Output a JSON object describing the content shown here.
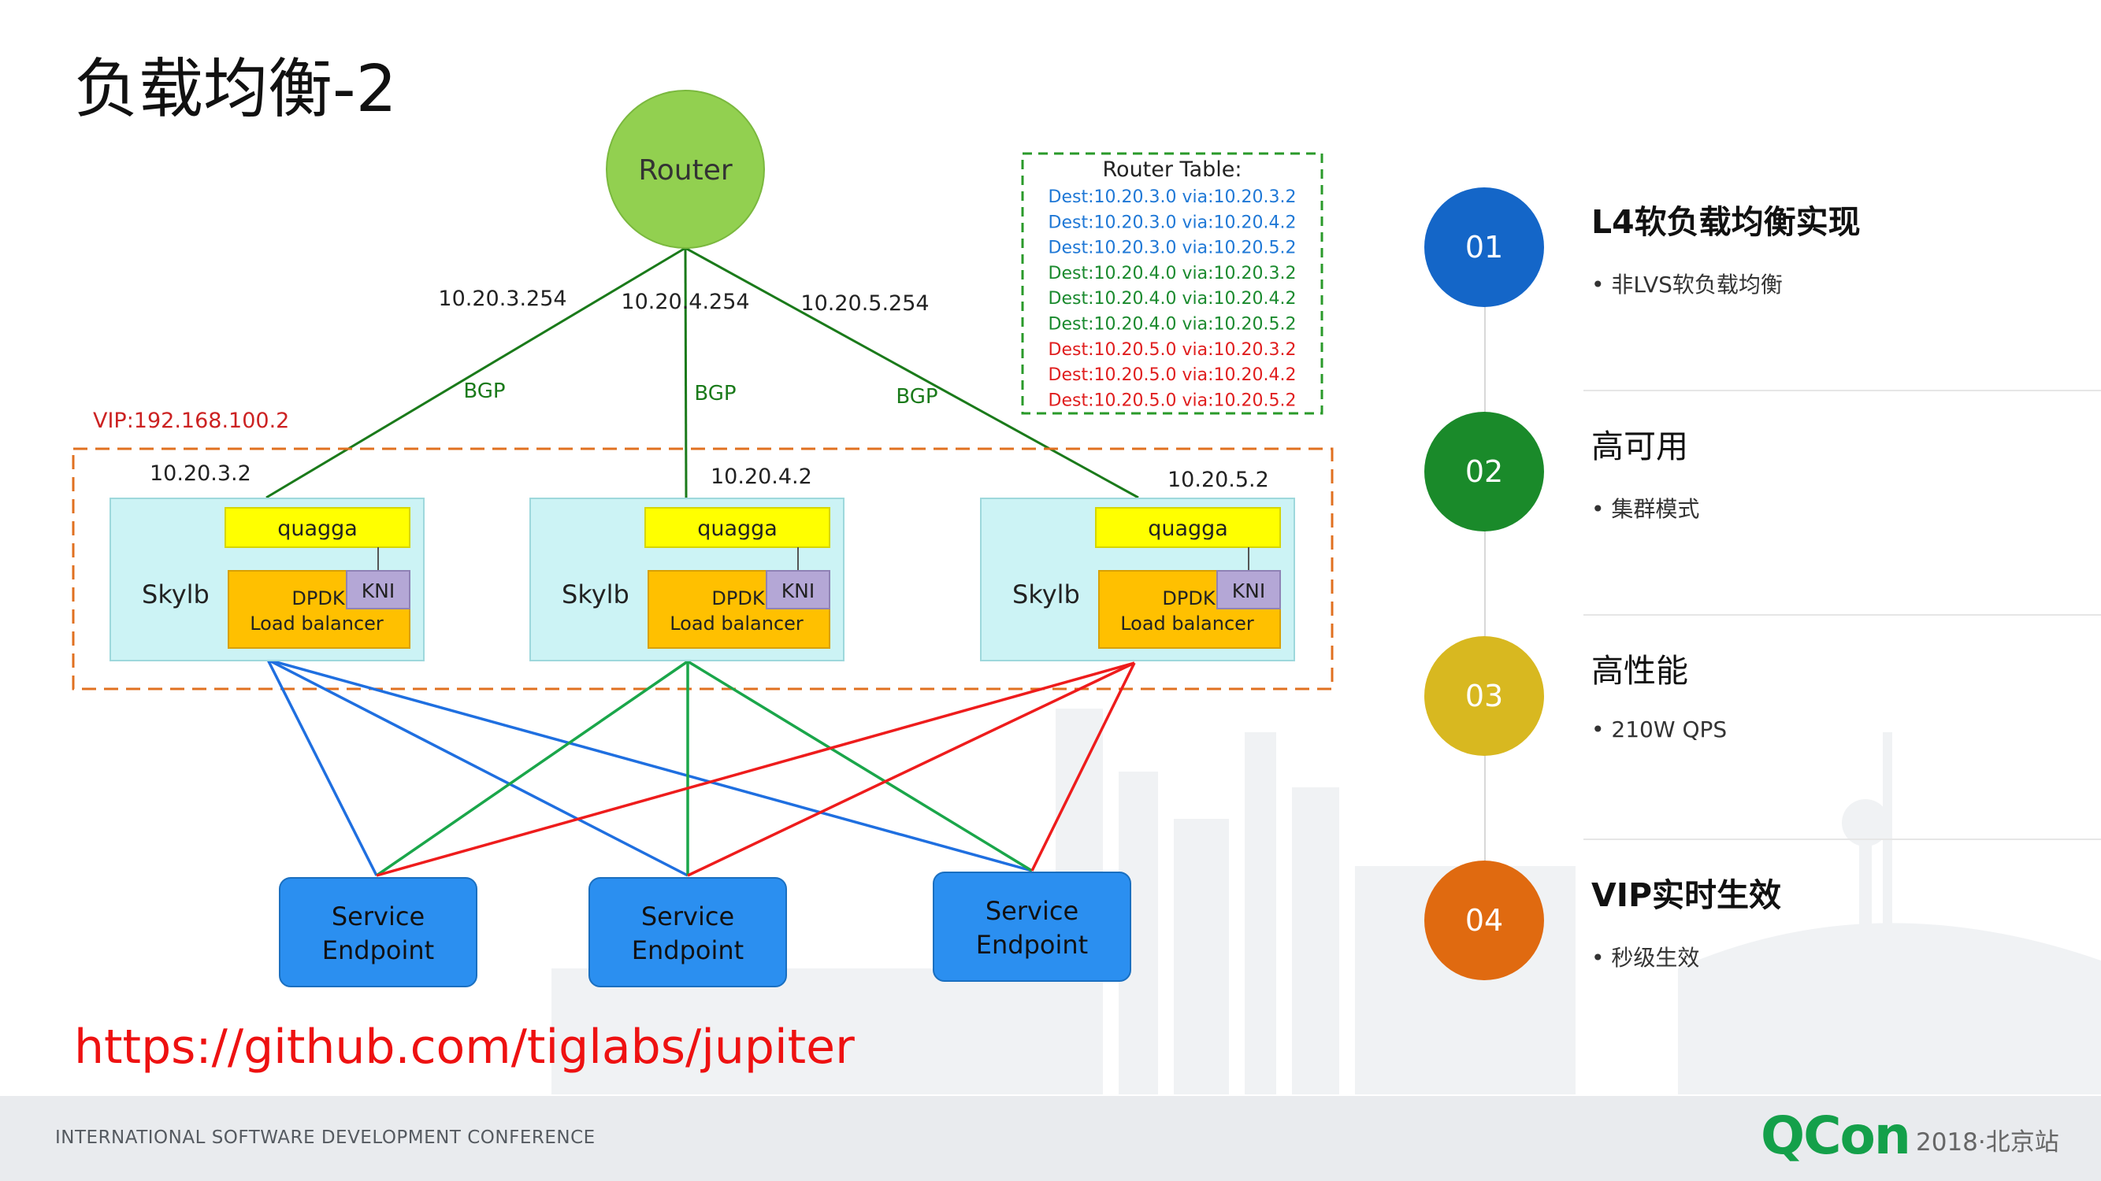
{
  "title": "负载均衡-2",
  "url": "https://github.com/tiglabs/jupiter",
  "footer": {
    "conference": "INTERNATIONAL SOFTWARE DEVELOPMENT CONFERENCE",
    "brand": "QCon",
    "year_city": "2018·北京站"
  },
  "diagram": {
    "router_label": "Router",
    "router_ips": [
      "10.20.3.254",
      "10.20.4.254",
      "10.20.5.254"
    ],
    "bgp_label": "BGP",
    "vip_label": "VIP:192.168.100.2",
    "skylb_nodes": [
      {
        "ip": "10.20.3.2",
        "name": "Skylb",
        "quagga": "quagga",
        "dpdk": "DPDK",
        "kni": "KNI",
        "lb": "Load balancer"
      },
      {
        "ip": "10.20.4.2",
        "name": "Skylb",
        "quagga": "quagga",
        "dpdk": "DPDK",
        "kni": "KNI",
        "lb": "Load balancer"
      },
      {
        "ip": "10.20.5.2",
        "name": "Skylb",
        "quagga": "quagga",
        "dpdk": "DPDK",
        "kni": "KNI",
        "lb": "Load balancer"
      }
    ],
    "endpoints": [
      {
        "line1": "Service",
        "line2": "Endpoint"
      },
      {
        "line1": "Service",
        "line2": "Endpoint"
      },
      {
        "line1": "Service",
        "line2": "Endpoint"
      }
    ],
    "router_table": {
      "title": "Router Table:",
      "rows": [
        {
          "text": "Dest:10.20.3.0 via:10.20.3.2",
          "color": "#1f78d6"
        },
        {
          "text": "Dest:10.20.3.0 via:10.20.4.2",
          "color": "#1f78d6"
        },
        {
          "text": "Dest:10.20.3.0 via:10.20.5.2",
          "color": "#1f78d6"
        },
        {
          "text": "Dest:10.20.4.0 via:10.20.3.2",
          "color": "#1a8a2e"
        },
        {
          "text": "Dest:10.20.4.0 via:10.20.4.2",
          "color": "#1a8a2e"
        },
        {
          "text": "Dest:10.20.4.0 via:10.20.5.2",
          "color": "#1a8a2e"
        },
        {
          "text": "Dest:10.20.5.0 via:10.20.3.2",
          "color": "#e01e1e"
        },
        {
          "text": "Dest:10.20.5.0 via:10.20.4.2",
          "color": "#e01e1e"
        },
        {
          "text": "Dest:10.20.5.0 via:10.20.5.2",
          "color": "#e01e1e"
        }
      ]
    },
    "colors": {
      "router": "#92d050",
      "skylb_bg": "#ccf3f5",
      "quagga": "#ffff00",
      "lb": "#ffc000",
      "kni": "#b4a7d6",
      "endpoint": "#2b8ff0",
      "blue": "#1f6fe0",
      "green": "#1aa64a",
      "red": "#ee1c1c",
      "bgp_line": "#1a7a1a",
      "vip_box": "#e07020",
      "table_box": "#2a9a2a"
    }
  },
  "features": [
    {
      "num": "01",
      "title": "L4软负载均衡实现",
      "bold": true,
      "sub": "• 非LVS软负载均衡",
      "color": "#1466c8"
    },
    {
      "num": "02",
      "title": "高可用",
      "bold": false,
      "sub": "• 集群模式",
      "color": "#1a8a2a"
    },
    {
      "num": "03",
      "title": "高性能",
      "bold": false,
      "sub": "• 210W QPS",
      "color": "#d8b820"
    },
    {
      "num": "04",
      "title": "VIP实时生效",
      "bold": true,
      "sub": "•   秒级生效",
      "color": "#e06a10"
    }
  ]
}
